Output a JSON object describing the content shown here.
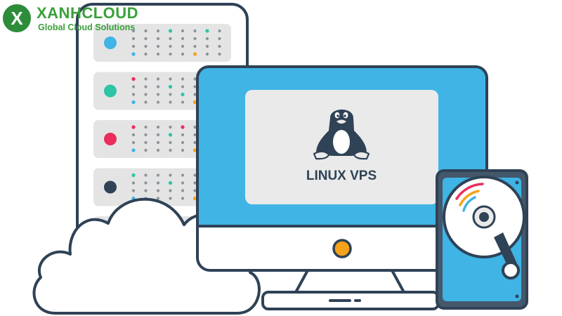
{
  "brand": {
    "logo_letter": "X",
    "name": "XANHCLOUD",
    "tagline": "Global Cloud Solutions"
  },
  "screen": {
    "label": "LINUX VPS"
  },
  "colors": {
    "outline": "#2f4256",
    "monitor_screen": "#3fb4e5",
    "panel": "#eaeaea",
    "server_unit": "#e4e4e4",
    "brand_green": "#3aa03a",
    "led_blue": "#3fb4e5",
    "led_teal": "#2ec4a6",
    "led_red": "#ea2e5c",
    "led_navy": "#2f4256",
    "led_orange": "#f7a21b",
    "power_button": "#f7a21b",
    "disk_case": "#45576b"
  },
  "icons": [
    "tux-penguin-icon",
    "server-rack-icon",
    "cloud-icon",
    "monitor-icon",
    "hard-disk-icon"
  ]
}
